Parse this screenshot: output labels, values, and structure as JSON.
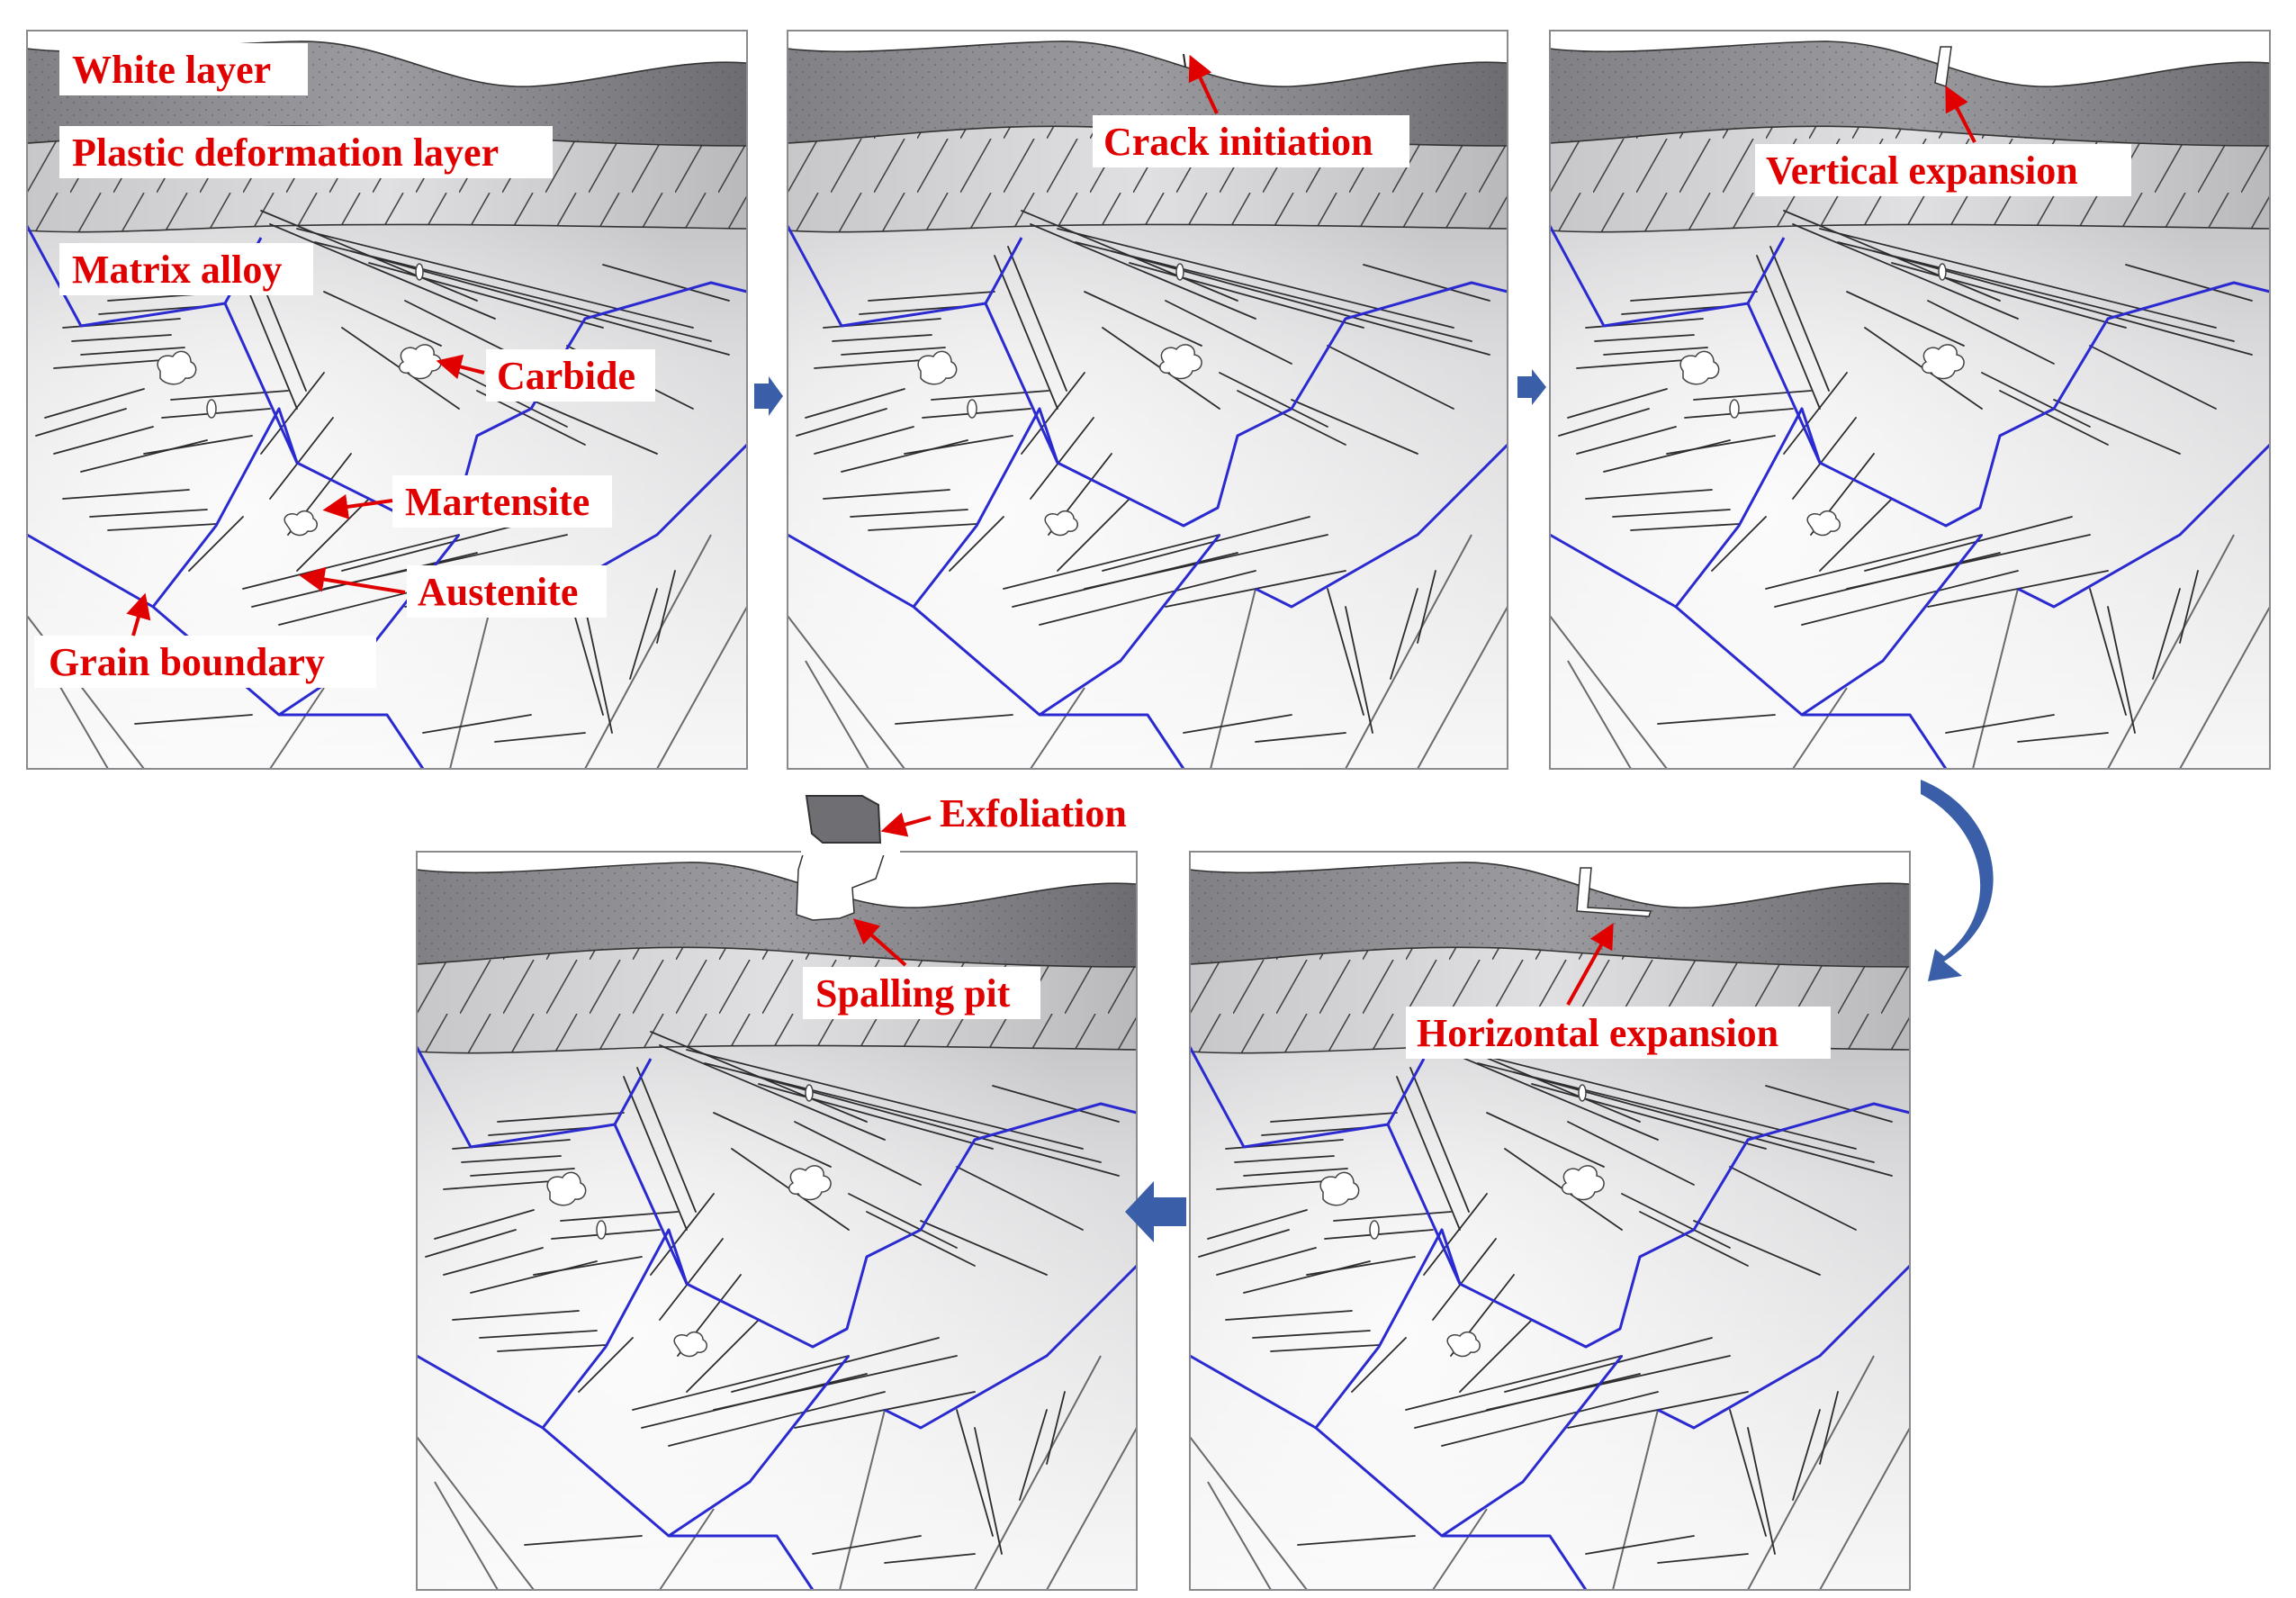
{
  "panels": [
    {
      "id": "p1",
      "stage": "initial",
      "labels": [
        "White layer",
        "Plastic deformation layer",
        "Matrix alloy",
        "Carbide",
        "Martensite",
        "Austenite",
        "Grain boundary"
      ]
    },
    {
      "id": "p2",
      "stage": "crack",
      "labels": [
        "Crack initiation"
      ]
    },
    {
      "id": "p3",
      "stage": "vertical",
      "labels": [
        "Vertical expansion"
      ]
    },
    {
      "id": "p4",
      "stage": "spalling",
      "labels": [
        "Exfoliation",
        "Spalling pit"
      ]
    },
    {
      "id": "p5",
      "stage": "horizontal",
      "labels": [
        "Horizontal expansion"
      ]
    }
  ],
  "labels": {
    "white_layer": "White layer",
    "plastic_layer": "Plastic deformation layer",
    "matrix_alloy": "Matrix alloy",
    "carbide": "Carbide",
    "martensite": "Martensite",
    "austenite": "Austenite",
    "grain_boundary": "Grain boundary",
    "crack_initiation": "Crack initiation",
    "vertical_expansion": "Vertical expansion",
    "horizontal_expansion": "Horizontal expansion",
    "spalling_pit": "Spalling pit",
    "exfoliation": "Exfoliation"
  },
  "colors": {
    "label_text": "#e10000",
    "arrow_red": "#e10000",
    "grain_boundary": "#2a2ad0",
    "flow_arrow": "#3a5fa8",
    "white_layer_dark": "#6f6f73",
    "white_layer_light": "#a9a9ad"
  }
}
